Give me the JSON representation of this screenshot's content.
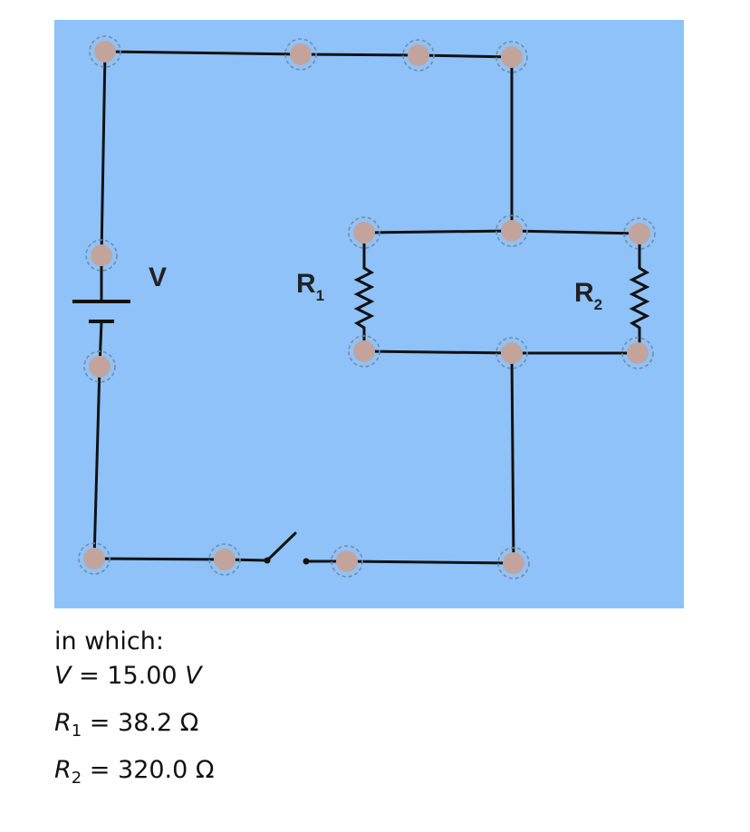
{
  "diagram": {
    "background_color": "#8ec2f8",
    "labels": {
      "battery": "V",
      "r1_letter": "R",
      "r1_index": "1",
      "r2_letter": "R",
      "r2_index": "2"
    }
  },
  "values": {
    "intro": "in which:",
    "v": {
      "symbol": "V",
      "equals": " = ",
      "value": "15.00 ",
      "unit": "V"
    },
    "r1": {
      "symbol": "R",
      "sub": "1",
      "equals": " = ",
      "value": "38.2 ",
      "unit": "Ω"
    },
    "r2": {
      "symbol": "R",
      "sub": "2",
      "equals": " = ",
      "value": "320.0 ",
      "unit": "Ω"
    }
  }
}
